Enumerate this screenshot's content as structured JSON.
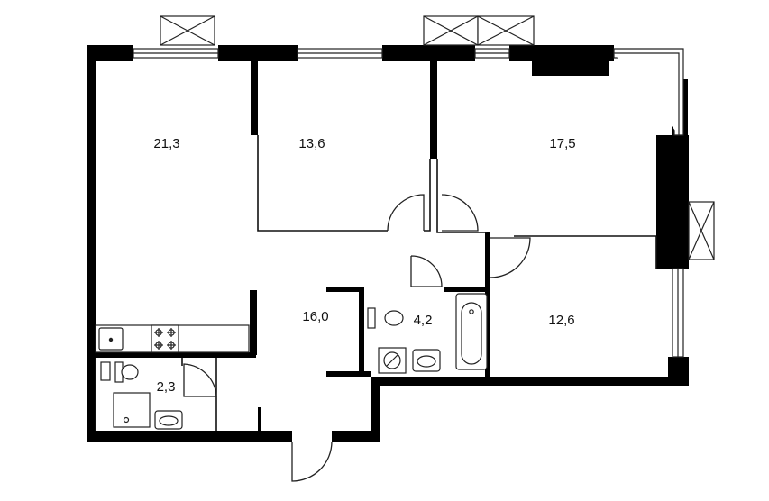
{
  "colors": {
    "wall": "#000000",
    "thin_line": "#222222",
    "background": "#ffffff"
  },
  "rooms": [
    {
      "id": "living-kitchen",
      "area": "21,3"
    },
    {
      "id": "bedroom-middle",
      "area": "13,6"
    },
    {
      "id": "bedroom-top-right",
      "area": "17,5"
    },
    {
      "id": "hallway",
      "area": "16,0"
    },
    {
      "id": "bathroom",
      "area": "4,2"
    },
    {
      "id": "bedroom-bottom-right",
      "area": "12,6"
    },
    {
      "id": "wc",
      "area": "2,3"
    }
  ],
  "fixtures": [
    "window",
    "ventilation-grille",
    "door-swing",
    "stove",
    "sink",
    "toilet",
    "bathtub",
    "shower-tray",
    "washing-machine",
    "boiler"
  ]
}
